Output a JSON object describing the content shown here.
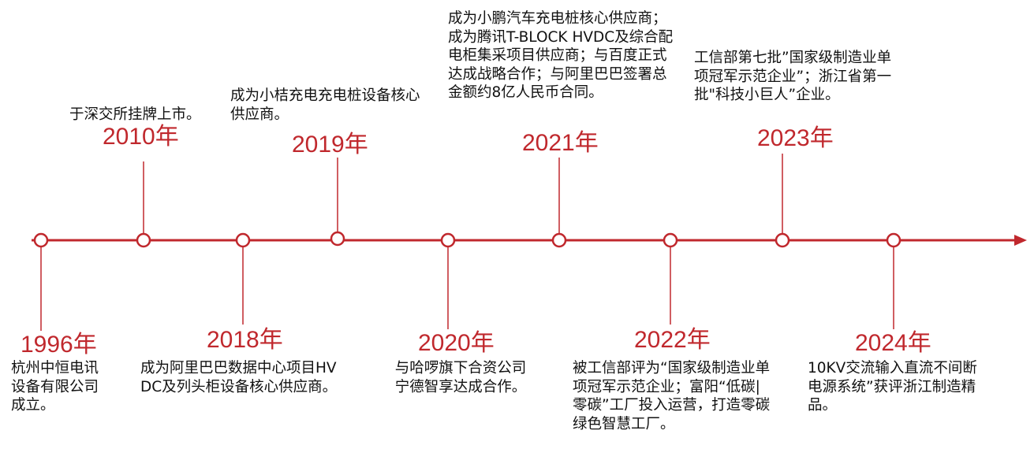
{
  "timeline": {
    "line_color": "#c0282d",
    "events": [
      {
        "year": "1996年",
        "text": "杭州中恒电讯设备有限公司成立。"
      },
      {
        "year": "2010年",
        "text": "于深交所挂牌上市。"
      },
      {
        "year": "2018年",
        "text": "成为阿里巴巴数据中心项目HVDC及列头柜设备核心供应商。"
      },
      {
        "year": "2019年",
        "text": "成为小桔充电充电桩设备核心供应商。"
      },
      {
        "year": "2020年",
        "text": "与哈啰旗下合资公司宁德智享达成合作。"
      },
      {
        "year": "2021年",
        "text": "成为小鹏汽车充电桩核心供应商；成为腾讯T-BLOCK HVDC及综合配电柜集采项目供应商；与百度正式达成战略合作；与阿里巴巴签署总金额约8亿人民币合同。"
      },
      {
        "year": "2022年",
        "text": "被工信部评为“国家级制造业单项冠军示范企业；富阳“低碳|零碳”工厂投入运营，打造零碳绿色智慧工厂。"
      },
      {
        "year": "2023年",
        "text": "工信部第七批”国家级制造业单项冠军示范企业”；浙江省第一批\"科技小巨人”企业。"
      },
      {
        "year": "2024年",
        "text": "10KV交流输入直流不间断电源系统”获评浙江制造精品。"
      }
    ]
  }
}
